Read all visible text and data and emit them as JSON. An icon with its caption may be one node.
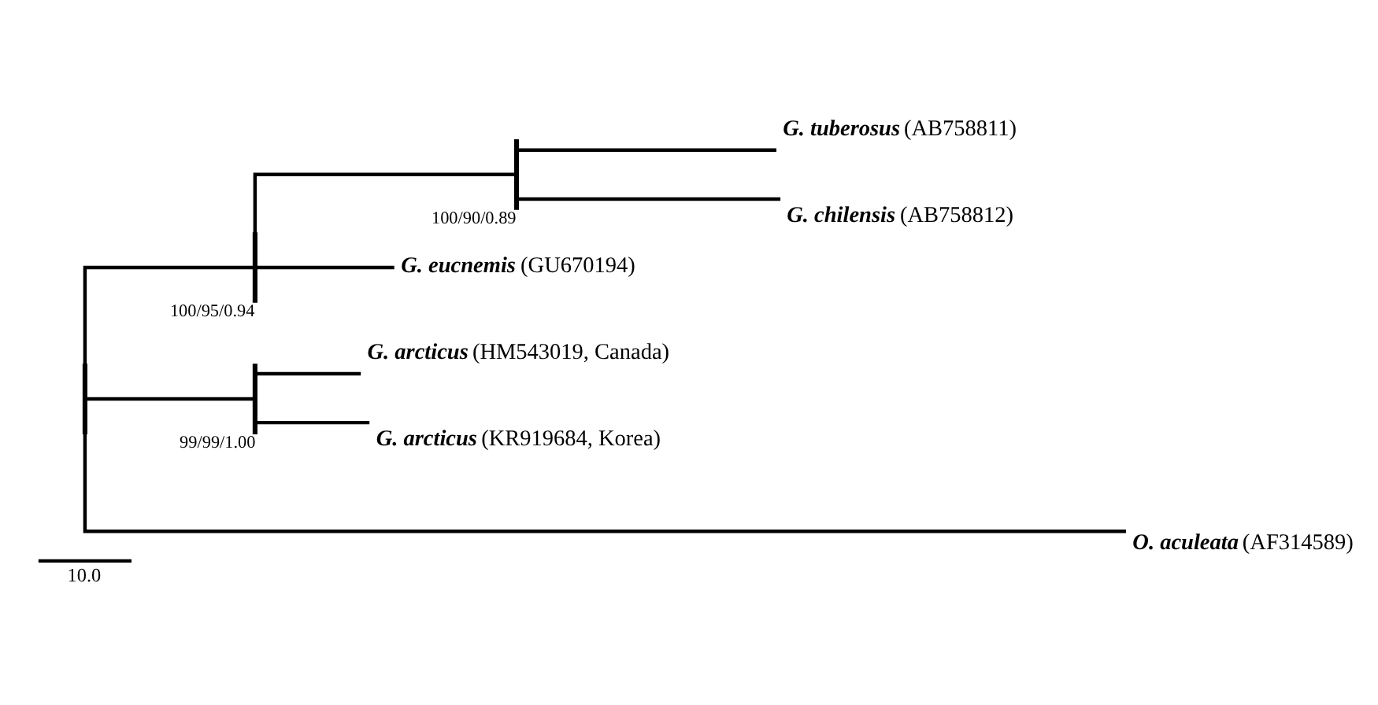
{
  "diagram": {
    "nodes": [
      {
        "text": [],
        "shape": "bar"
      },
      {
        "text": [],
        "shape": "bar",
        "beside": [
          "100/95/0.94"
        ]
      },
      {
        "text": [],
        "shape": "bar",
        "beside": [
          "100/90/0.89"
        ]
      },
      {
        "text": [
          "G. tuberosus (AB758811)"
        ]
      },
      {
        "text": [
          "G. chilensis (AB758812)"
        ]
      },
      {
        "text": [
          "G. eucnemis (GU670194)"
        ]
      },
      {
        "text": [],
        "shape": "bar",
        "beside": [
          "99/99/1.00"
        ]
      },
      {
        "text": [
          "G. arcticus (HM543019, Canada)"
        ]
      },
      {
        "text": [
          "G. arcticus (KR919684, Korea)"
        ]
      },
      {
        "text": [
          "O. aculeata (AF314589)"
        ]
      }
    ],
    "edges": [
      {
        "from": 0,
        "to": 1,
        "arrow": "none"
      },
      {
        "from": 1,
        "to": 2,
        "arrow": "none"
      },
      {
        "from": 2,
        "to": 3,
        "arrow": "none"
      },
      {
        "from": 2,
        "to": 4,
        "arrow": "none"
      },
      {
        "from": 1,
        "to": 5,
        "arrow": "none"
      },
      {
        "from": 0,
        "to": 6,
        "arrow": "none"
      },
      {
        "from": 6,
        "to": 7,
        "arrow": "none"
      },
      {
        "from": 6,
        "to": 8,
        "arrow": "none"
      },
      {
        "from": 0,
        "to": 9,
        "arrow": "none"
      }
    ],
    "labels": [
      "10.0"
    ]
  }
}
